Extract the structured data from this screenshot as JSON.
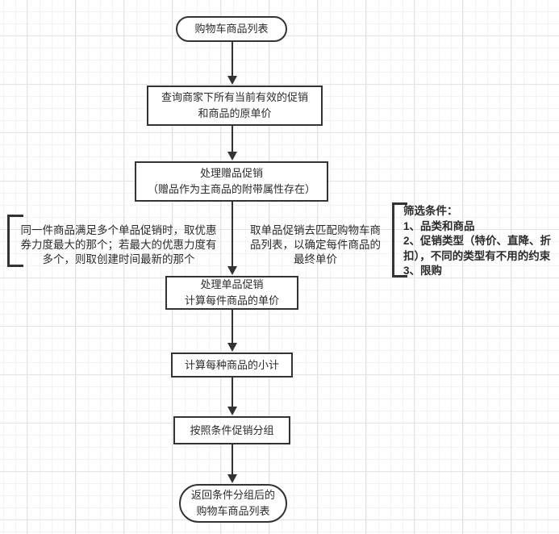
{
  "canvas": {
    "background": "#ffffff",
    "grid_minor_color": "#f3f3f3",
    "grid_major_color": "#e3e3e3",
    "stroke_color": "#333333",
    "text_color": "#2b2b2b"
  },
  "nodes": [
    {
      "id": "start",
      "type": "terminator",
      "lines": [
        "购物车商品列表"
      ]
    },
    {
      "id": "query-promotions",
      "type": "process",
      "lines": [
        "查询商家下所有当前有效的促销",
        "和商品的原单价"
      ]
    },
    {
      "id": "gift-promotion",
      "type": "process",
      "lines": [
        "处理赠品促销",
        "（赠品作为主商品的附带属性存在）"
      ]
    },
    {
      "id": "single-item-promotion",
      "type": "process",
      "lines": [
        "处理单品促销",
        "计算每件商品的单价"
      ]
    },
    {
      "id": "subtotal",
      "type": "process",
      "lines": [
        "计算每种商品的小计"
      ]
    },
    {
      "id": "group-by-condition",
      "type": "process",
      "lines": [
        "按照条件促销分组"
      ]
    },
    {
      "id": "end",
      "type": "terminator",
      "lines": [
        "返回条件分组后的",
        "购物车商品列表"
      ]
    }
  ],
  "annotations": {
    "left_note": {
      "lines": [
        "同一件商品满足多个单品促销时，取优惠",
        "券力度最大的那个；若最大的优惠力度有",
        "多个，则取创建时间最新的那个"
      ]
    },
    "middle_note": {
      "lines": [
        "取单品促销去匹配购物车商",
        "品列表，以确定每件商品的",
        "最终单价"
      ]
    },
    "right_note": {
      "lines": [
        "筛选条件：",
        "1、品类和商品",
        "2、促销类型（特价、直降、折",
        "扣），不同的类型有不用的约束",
        "3、限购"
      ]
    }
  }
}
